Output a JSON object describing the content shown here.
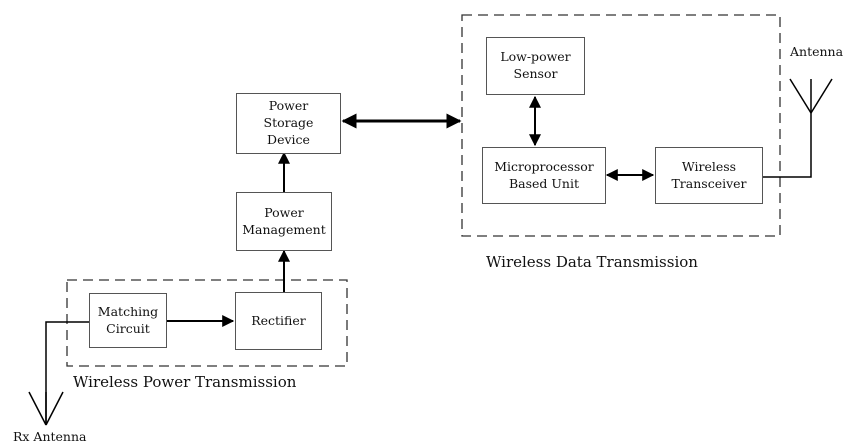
{
  "blocks": {
    "power_storage": "Power\nStorage\nDevice",
    "power_management": "Power\nManagement",
    "matching_circuit": "Matching\nCircuit",
    "rectifier": "Rectifier",
    "low_power_sensor": "Low-power\nSensor",
    "microprocessor": "Microprocessor\nBased Unit",
    "wireless_transceiver": "Wireless\nTransceiver"
  },
  "groups": {
    "power_transmission": "Wireless Power Transmission",
    "data_transmission": "Wireless Data Transmission"
  },
  "antennas": {
    "rx": "Rx Antenna",
    "tx": "Antenna"
  }
}
